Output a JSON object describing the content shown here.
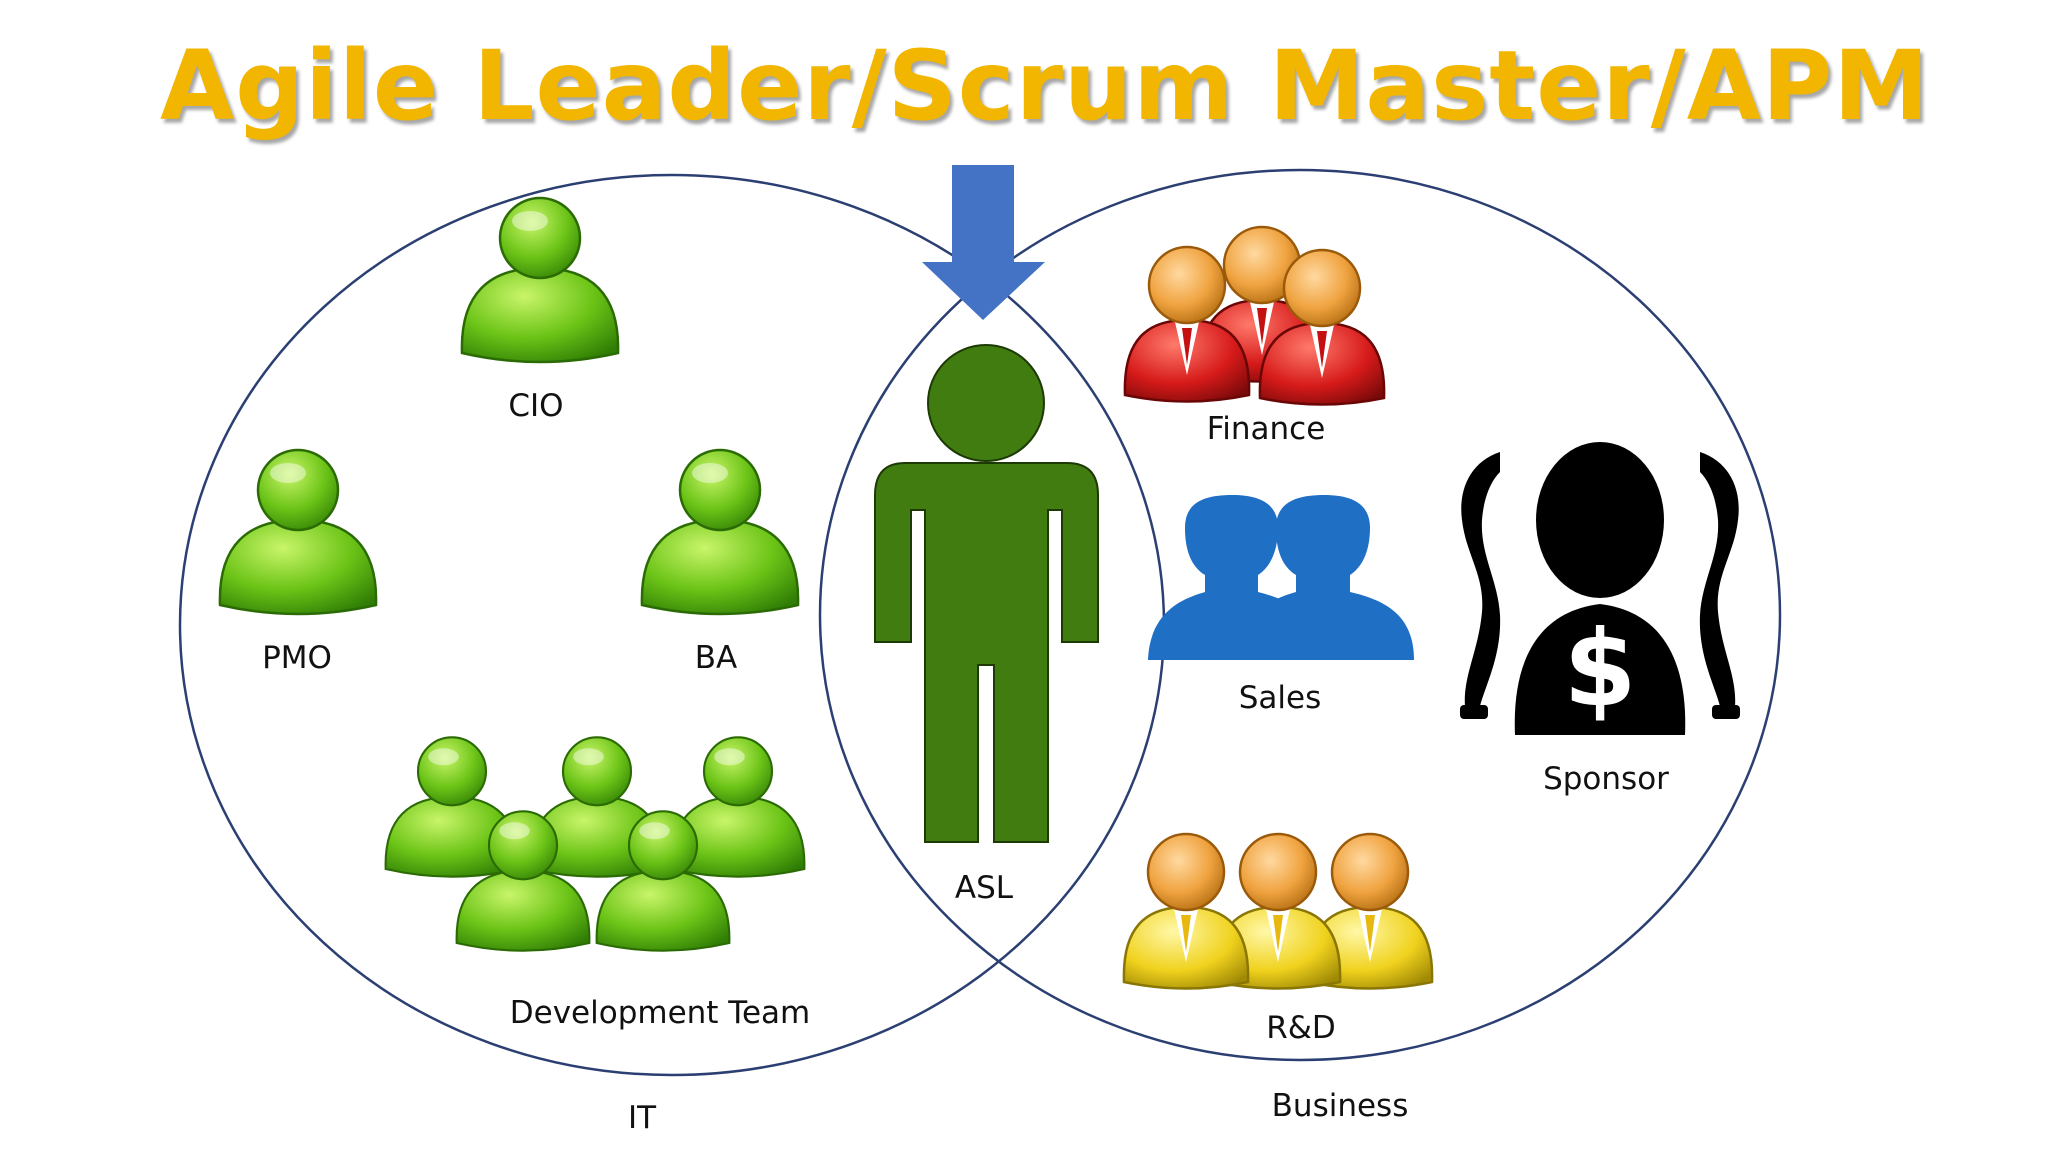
{
  "title": "Agile Leader/Scrum Master/APM",
  "colors": {
    "title": "#f2b600",
    "circle_stroke": "#2b3f73",
    "arrow": "#4472c4",
    "asl_figure": "#417c10",
    "it_people": "#6cc417",
    "finance_people": "#d61a1a",
    "sales_people": "#1f6fc5",
    "rnd_people": "#f0d21e",
    "person_heads": "#f0a340",
    "sponsor": "#000000"
  },
  "circles": {
    "left_label": "IT",
    "right_label": "Business"
  },
  "roles": {
    "cio": "CIO",
    "pmo": "PMO",
    "ba": "BA",
    "dev_team": "Development Team",
    "asl": "ASL",
    "finance": "Finance",
    "sales": "Sales",
    "sponsor": "Sponsor",
    "rnd": "R&D"
  },
  "icons": {
    "cio": "green-person-icon",
    "pmo": "green-person-icon",
    "ba": "green-person-icon",
    "dev_team": "green-people-group-icon",
    "asl": "standing-person-icon",
    "finance": "red-business-people-icon",
    "sales": "blue-people-icon",
    "sponsor": "sponsor-dollar-icon",
    "rnd": "yellow-business-people-icon",
    "arrow": "down-arrow-icon"
  }
}
